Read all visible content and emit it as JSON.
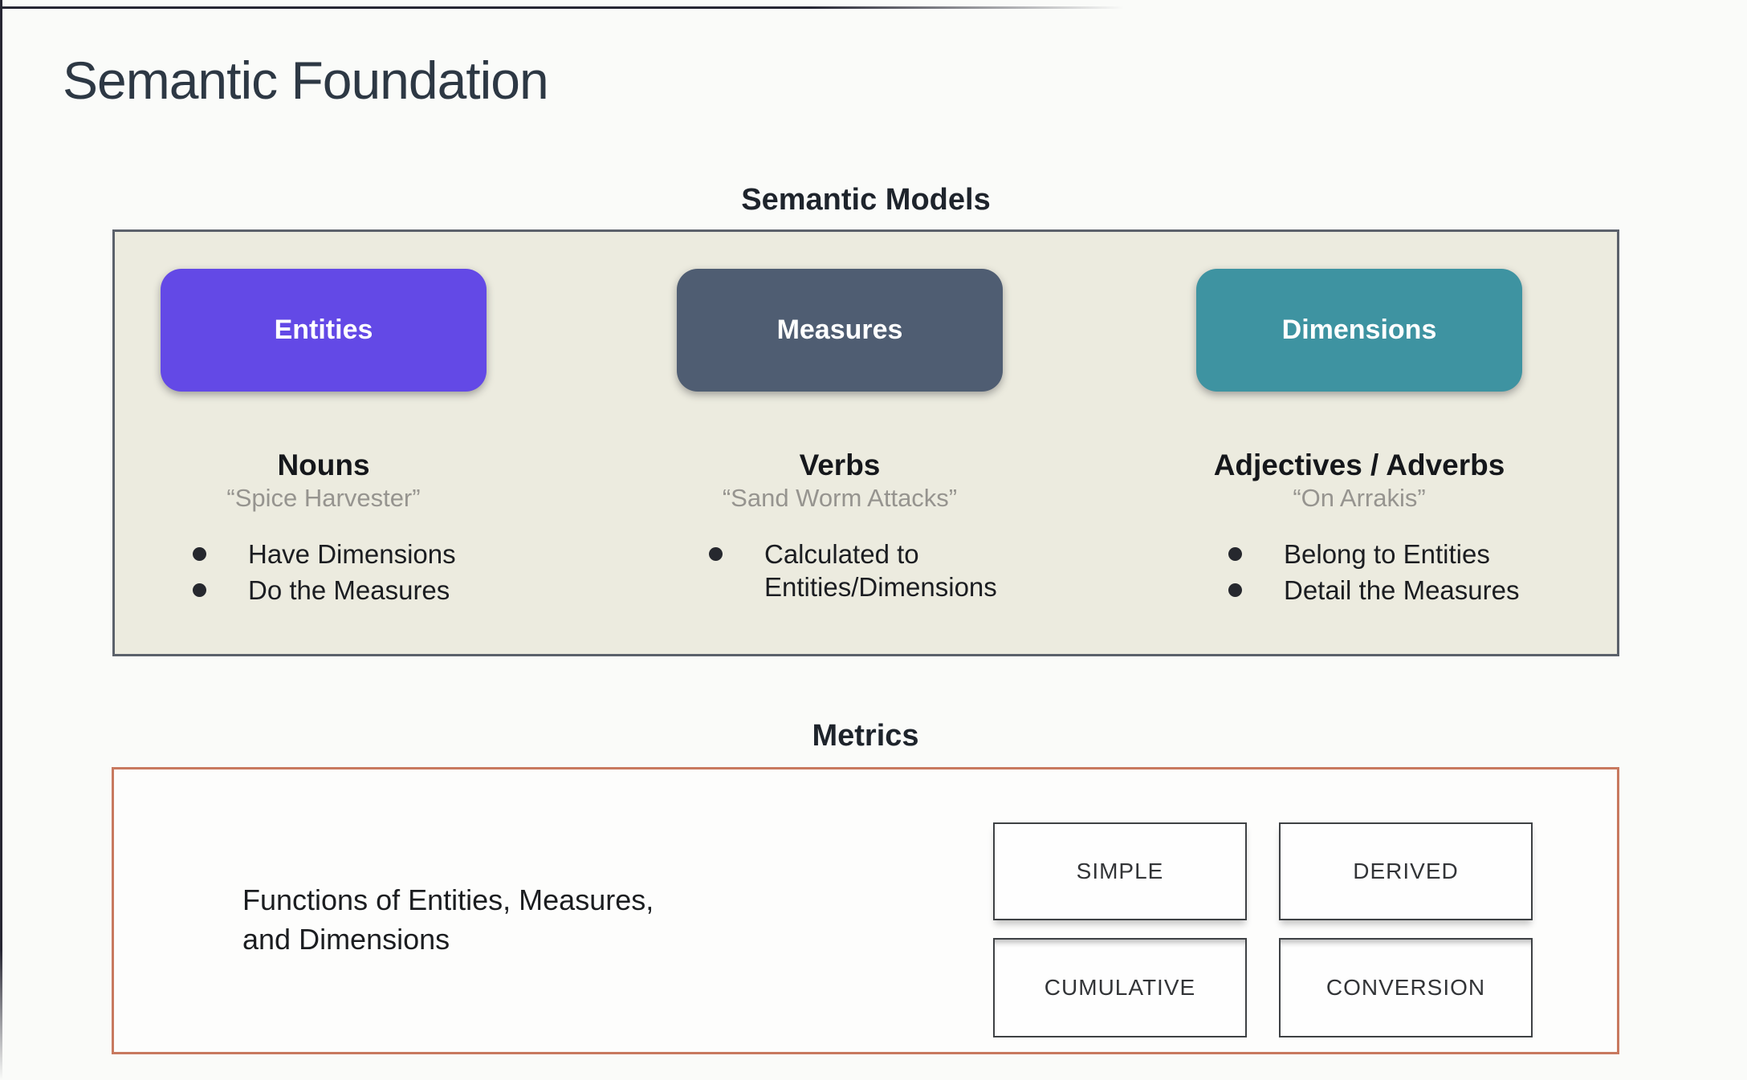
{
  "page": {
    "title": "Semantic Foundation"
  },
  "semantic_models": {
    "heading": "Semantic Models",
    "panel_background": "#ecebdf",
    "columns": [
      {
        "button_label": "Entities",
        "button_color": "#6349e6",
        "heading": "Nouns",
        "quote": "“Spice Harvester”",
        "bullets": [
          "Have Dimensions",
          "Do the Measures"
        ]
      },
      {
        "button_label": "Measures",
        "button_color": "#4f5d72",
        "heading": "Verbs",
        "quote": "“Sand Worm Attacks”",
        "bullets": [
          "Calculated to Entities/Dimensions"
        ]
      },
      {
        "button_label": "Dimensions",
        "button_color": "#3e93a1",
        "heading": "Adjectives / Adverbs",
        "quote": "“On Arrakis”",
        "bullets": [
          "Belong to Entities",
          "Detail the Measures"
        ]
      }
    ]
  },
  "metrics": {
    "heading": "Metrics",
    "border_color": "#c8795f",
    "description_lines": [
      "Functions of Entities, Measures,",
      "and Dimensions"
    ],
    "types": [
      "SIMPLE",
      "DERIVED",
      "CUMULATIVE",
      "CONVERSION"
    ]
  }
}
